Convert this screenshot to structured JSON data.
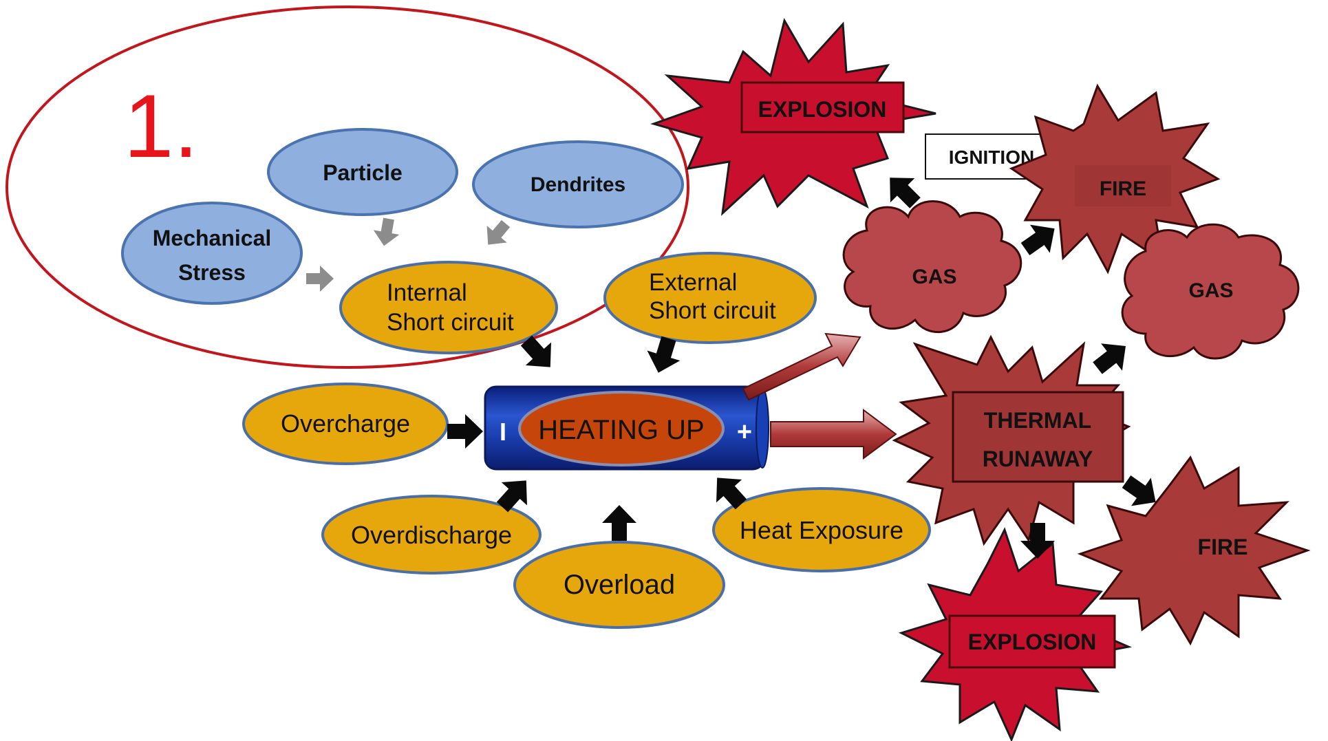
{
  "step_marker": "1.",
  "colors": {
    "blue_fill": "#8fb0de",
    "blue_stroke": "#4a73b0",
    "gold_fill": "#e6a70c",
    "gold_stroke": "#4a6fa8",
    "red_ellipse": "#c0161c",
    "explosion_fill": "#c8102e",
    "burst_fill": "#a93a3a",
    "gas_fill": "#b7474a",
    "cell_blue": "#1b3fa8",
    "core_fill": "#c6450b"
  },
  "causes": {
    "particle": "Particle",
    "dendrites": "Dendrites",
    "mechanical_line1": "Mechanical",
    "mechanical_line2": "Stress",
    "internal_line1": "Internal",
    "internal_line2": "Short circuit",
    "external_line1": "External",
    "external_line2": "Short circuit",
    "overcharge": "Overcharge",
    "overdischarge": "Overdischarge",
    "overload": "Overload",
    "heat_exposure": "Heat Exposure"
  },
  "cell": {
    "label": "HEATING UP",
    "minus_terminal": "I",
    "plus_terminal": "+"
  },
  "outcomes": {
    "explosion_top": "EXPLOSION",
    "ignition": "IGNITION",
    "fire_top": "FIRE",
    "gas_top": "GAS",
    "gas_right": "GAS",
    "thermal_line1": "THERMAL",
    "thermal_line2": "RUNAWAY",
    "fire_bottom": "FIRE",
    "explosion_bottom": "EXPLOSION"
  }
}
